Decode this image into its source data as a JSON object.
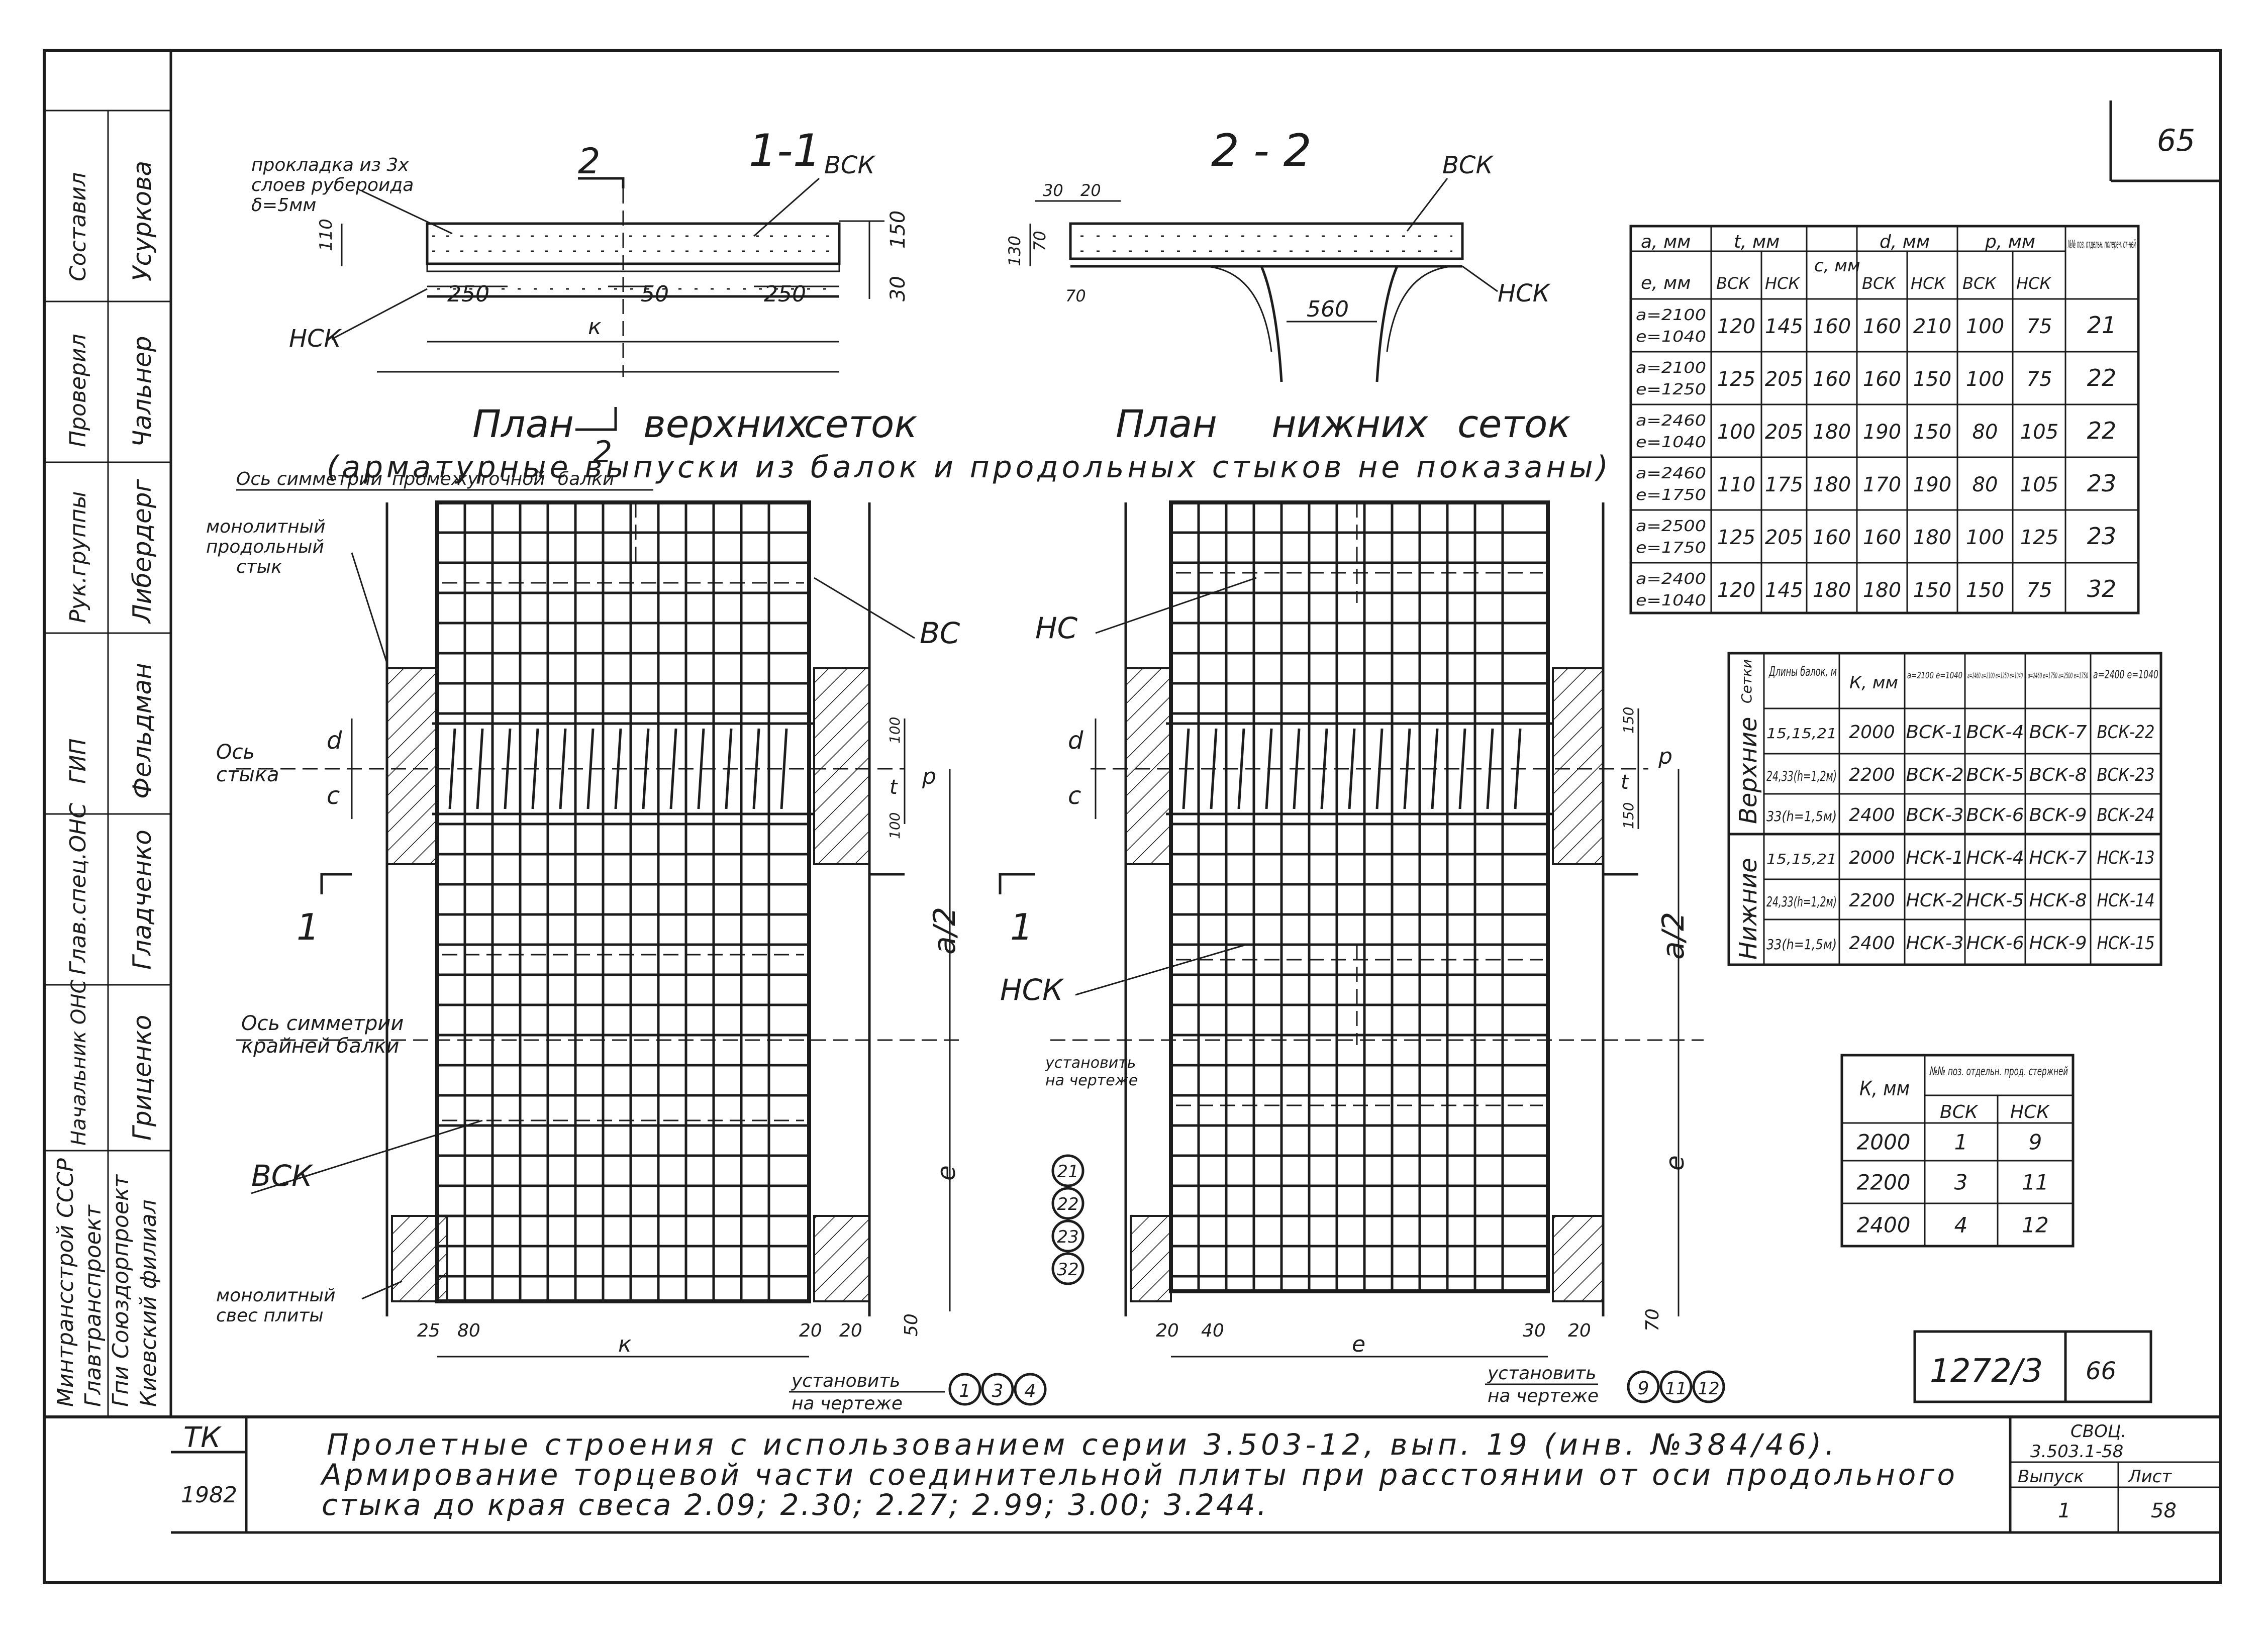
{
  "page_number": "65",
  "sheet_number_bottom": "66",
  "drawing_code": "1272/3",
  "stamp": {
    "org": "ТК",
    "year": "1982",
    "series_box_line1": "СВОЦ.",
    "series_box_line2": "3.503.1-58",
    "issue_label": "Выпуск",
    "sheet_label": "Лист",
    "issue_value": "1",
    "sheet_value": "58"
  },
  "title_block": {
    "line1": "Пролетные строения с использованием серии 3.503-12, вып. 19 (инв. №384/46).",
    "line2": "Армирование торцевой части соединительной плиты при расстоянии от оси продольного",
    "line3": "стыка до края свеса 2.09; 2.30; 2.27; 2.99; 3.00; 3.244."
  },
  "left_strip": {
    "rows": [
      {
        "role": "Составил",
        "name": "Усуркова"
      },
      {
        "role": "Проверил",
        "name": "Чальнер"
      },
      {
        "role": "Рук.группы",
        "name": "Либердерг"
      },
      {
        "role": "ГИП",
        "name": "Фельдман"
      },
      {
        "role": "Глав.спец.ОНС",
        "name": "Гладченко"
      },
      {
        "role": "Начальник ОНС",
        "name": "Гриценко"
      }
    ],
    "org_lines": [
      "Минтрансстрой СССР",
      "Главтранспроект",
      "Гпи Союздорпроект",
      "Киевский филиал"
    ]
  },
  "section_1_1": {
    "title": "1-1",
    "cut_marker": "2",
    "label_vsk": "ВСК",
    "label_nsk": "НСК",
    "note_line1": "прокладка из 3х",
    "note_line2": "слоев рубероида",
    "note_line3": "δ=5мм",
    "dim_250_left": "250",
    "dim_50": "50",
    "dim_250_right": "250",
    "dim_k": "к",
    "dim_150": "150",
    "dim_30": "30",
    "dim_110": "110"
  },
  "section_2_2": {
    "title": "2 - 2",
    "label_vsk": "ВСК",
    "label_nsk": "НСК",
    "dim_30": "30",
    "dim_20": "20",
    "dim_130": "130",
    "dim_70": "70",
    "dim_560": "560"
  },
  "plan_top": {
    "title_word1": "План",
    "title_word2": "верхних",
    "title_word3": "сеток",
    "cut_2": "2",
    "axis_symmetry_label_line1": "Ось симметрии",
    "axis_symmetry_label_line2": "промежуточной",
    "axis_symmetry_label_line3": "балки",
    "monolithic_joint_line1": "монолитный",
    "monolithic_joint_line2": "продольный",
    "monolithic_joint_line3": "стык",
    "label_vs": "ВС",
    "label_vsk": "ВСК",
    "axis_joint_line1": "Ось",
    "axis_joint_line2": "стыка",
    "axis_edge_line1": "Ось симметрии",
    "axis_edge_line2": "крайней балки",
    "monolithic_overhang_line1": "монолитный",
    "monolithic_overhang_line2": "свес плиты",
    "cut_1": "1",
    "dim_d": "d",
    "dim_c": "c",
    "dim_p": "p",
    "dim_t": "t",
    "dim_100a": "100",
    "dim_100b": "100",
    "dim_a2": "a/2",
    "dim_e": "e",
    "dim_k": "к",
    "dim_25": "25",
    "dim_80": "80",
    "dim_20": "20",
    "dim_20b": "20",
    "dim_50": "50",
    "install_label_line1": "установить",
    "install_label_line2": "на чертеже",
    "install_marks": [
      "1",
      "3",
      "4"
    ]
  },
  "subtitle": {
    "line": "(арматурные выпуски из балок и продольных стыков не показаны)"
  },
  "plan_bottom": {
    "title_word1": "План",
    "title_word2": "нижних",
    "title_word3": "сеток",
    "label_ns": "НС",
    "label_nsk": "НСК",
    "cut_1": "1",
    "dim_d": "d",
    "dim_c": "c",
    "dim_p": "p",
    "dim_t": "t",
    "dim_150a": "150",
    "dim_150b": "150",
    "dim_a2": "a/2",
    "dim_e": "e",
    "dim_70": "70",
    "dim_20a": "20",
    "dim_40": "40",
    "dim_30": "30",
    "dim_20b": "20",
    "install_drawing_line1": "установить",
    "install_drawing_line2": "на чертеже",
    "install_marks": [
      "9",
      "11",
      "12"
    ],
    "position_marks": [
      "21",
      "22",
      "23",
      "32"
    ]
  },
  "table_params": {
    "header": [
      "a, мм",
      "t, мм",
      "c, мм",
      "d, мм",
      "p, мм",
      "№№ поз. отдельн. попереч. ст-ней"
    ],
    "header_row2": [
      "e, мм",
      "ВСК",
      "НСК",
      "",
      "ВСК",
      "НСК",
      "ВСК",
      "НСК",
      ""
    ],
    "rows": [
      [
        "a=2100",
        "e=1040",
        "120",
        "145",
        "160",
        "160",
        "210",
        "100",
        "75",
        "21"
      ],
      [
        "a=2100",
        "e=1250",
        "125",
        "205",
        "160",
        "160",
        "150",
        "100",
        "75",
        "22"
      ],
      [
        "a=2460",
        "e=1040",
        "100",
        "205",
        "180",
        "190",
        "150",
        "80",
        "105",
        "22"
      ],
      [
        "a=2460",
        "e=1750",
        "110",
        "175",
        "180",
        "170",
        "190",
        "80",
        "105",
        "23"
      ],
      [
        "a=2500",
        "e=1750",
        "125",
        "205",
        "160",
        "160",
        "180",
        "100",
        "125",
        "23"
      ],
      [
        "a=2400",
        "e=1040",
        "120",
        "145",
        "180",
        "180",
        "150",
        "150",
        "75",
        "32"
      ]
    ]
  },
  "table_meshes": {
    "header": [
      "Сетки",
      "Длины балок, м",
      "К, мм",
      "a=2100 e=1040",
      "a=2460 a=2100 e=1250 e=1040",
      "a=2460 e=1750 a=2500 e=1750",
      "a=2400 e=1040"
    ],
    "group_top": "Верхние",
    "group_bottom": "Нижние",
    "rows": [
      [
        "15,15,21",
        "2000",
        "ВСК-1",
        "ВСК-4",
        "ВСК-7",
        "ВСК-22"
      ],
      [
        "24,33(h=1,2м)",
        "2200",
        "ВСК-2",
        "ВСК-5",
        "ВСК-8",
        "ВСК-23"
      ],
      [
        "33(h=1,5м)",
        "2400",
        "ВСК-3",
        "ВСК-6",
        "ВСК-9",
        "ВСК-24"
      ],
      [
        "15,15,21",
        "2000",
        "НСК-1",
        "НСК-4",
        "НСК-7",
        "НСК-13"
      ],
      [
        "24,33(h=1,2м)",
        "2200",
        "НСК-2",
        "НСК-5",
        "НСК-8",
        "НСК-14"
      ],
      [
        "33(h=1,5м)",
        "2400",
        "НСК-3",
        "НСК-6",
        "НСК-9",
        "НСК-15"
      ]
    ]
  },
  "table_rods": {
    "header_k": "К, мм",
    "header_pos": "№№ поз. отдельн. прод. стержней",
    "col_vsk": "ВСК",
    "col_nsk": "НСК",
    "rows": [
      [
        "2000",
        "1",
        "9"
      ],
      [
        "2200",
        "3",
        "11"
      ],
      [
        "2400",
        "4",
        "12"
      ]
    ]
  }
}
